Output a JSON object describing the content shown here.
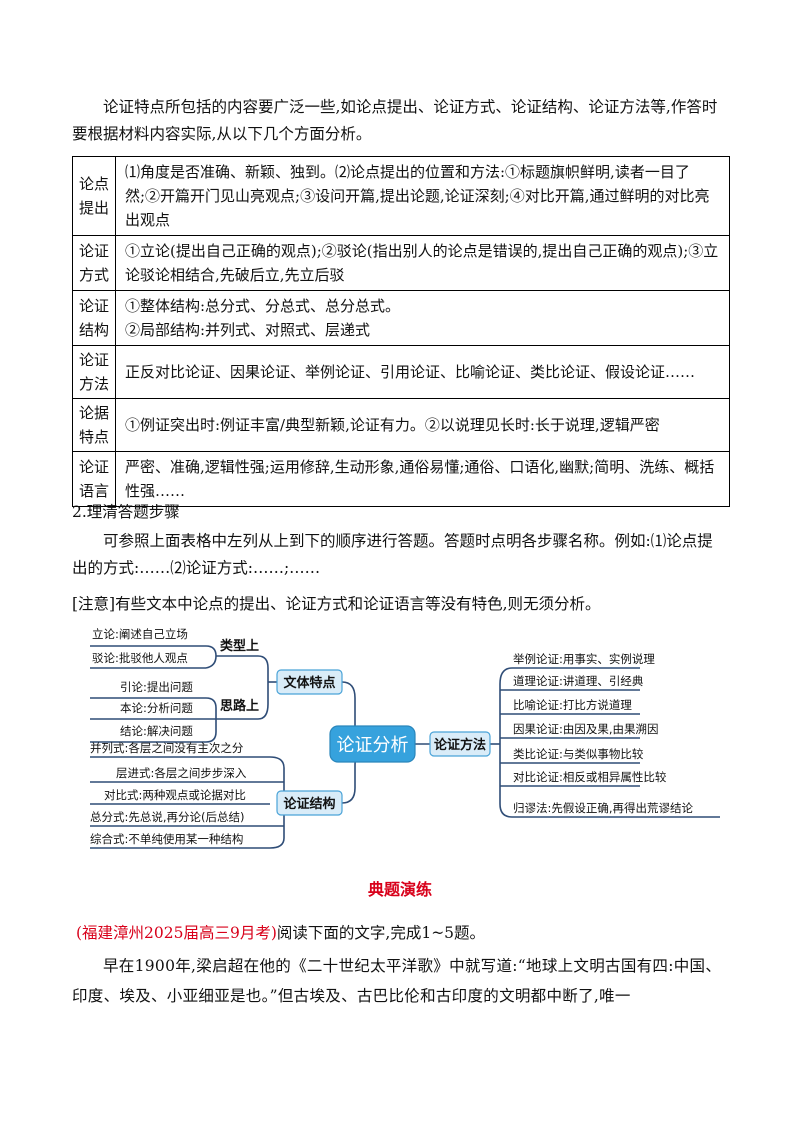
{
  "intro": "论证特点所包括的内容要广泛一些,如论点提出、论证方式、论证结构、论证方法等,作答时要根据材料内容实际,从以下几个方面分析。",
  "table": [
    {
      "label": "论点提出",
      "content": "⑴角度是否准确、新颖、独到。⑵论点提出的位置和方法:①标题旗帜鲜明,读者一目了然;②开篇开门见山亮观点;③设问开篇,提出论题,论证深刻;④对比开篇,通过鲜明的对比亮出观点"
    },
    {
      "label": "论证方式",
      "content": "①立论(提出自己正确的观点);②驳论(指出别人的论点是错误的,提出自己正确的观点);③立论驳论相结合,先破后立,先立后驳"
    },
    {
      "label": "论证结构",
      "lines": [
        "①整体结构:总分式、分总式、总分总式。",
        "②局部结构:并列式、对照式、层递式"
      ]
    },
    {
      "label": "论证方法",
      "content": "正反对比论证、因果论证、举例论证、引用论证、比喻论证、类比论证、假设论证……"
    },
    {
      "label": "论据特点",
      "content": "①例证突出时:例证丰富/典型新颖,论证有力。②以说理见长时:长于说理,逻辑严密"
    },
    {
      "label": "论证语言",
      "content": "严密、准确,逻辑性强;运用修辞,生动形象,通俗易懂;通俗、口语化,幽默;简明、洗练、概括性强……"
    }
  ],
  "step_heading": "2.理清答题步骤",
  "step_text": "可参照上面表格中左列从上到下的顺序进行答题。答题时点明各步骤名称。例如:⑴论点提出的方式:……⑵论证方式:……;……",
  "note": "[注意]有些文本中论点的提出、论证方式和论证语言等没有特色,则无须分析。",
  "mindmap": {
    "center": "论证分析",
    "features": "文体特点",
    "type": "类型上",
    "type_items": [
      "立论:阐述自己立场",
      "驳论:批驳他人观点"
    ],
    "thought": "思路上",
    "thought_items": [
      "引论:提出问题",
      "本论:分析问题",
      "结论:解决问题"
    ],
    "structure": "论证结构",
    "structure_items": [
      "并列式:各层之间没有主次之分",
      "层进式:各层之间步步深入",
      "对比式:两种观点或论据对比",
      "总分式:先总说,再分论(后总结)",
      "综合式:不单纯使用某一种结构"
    ],
    "methods": "论证方法",
    "method_items": [
      "举例论证:用事实、实例说理",
      "道理论证:讲道理、引经典",
      "比喻论证:打比方说道理",
      "因果论证:由因及果,由果溯因",
      "类比论证:与类似事物比较",
      "对比论证:相反或相异属性比较",
      "归谬法:先假设正确,再得出荒谬结论"
    ]
  },
  "section_title": "典题演练",
  "source": "(福建漳州2025届高三9月考)",
  "instruction": "阅读下面的文字,完成1~5题。",
  "passage": "早在1900年,梁启超在他的《二十世纪太平洋歌》中就写道:“地球上文明古国有四:中国、印度、埃及、小亚细亚是也。”但古埃及、古巴比伦和古印度的文明都中断了,唯一",
  "colors": {
    "accent_red": "#d8001a",
    "node_fill": "#d9ecf8",
    "node_stroke": "#4aa3d8",
    "center_fill": "#36a2dd",
    "branch_line": "#2f4d77"
  }
}
